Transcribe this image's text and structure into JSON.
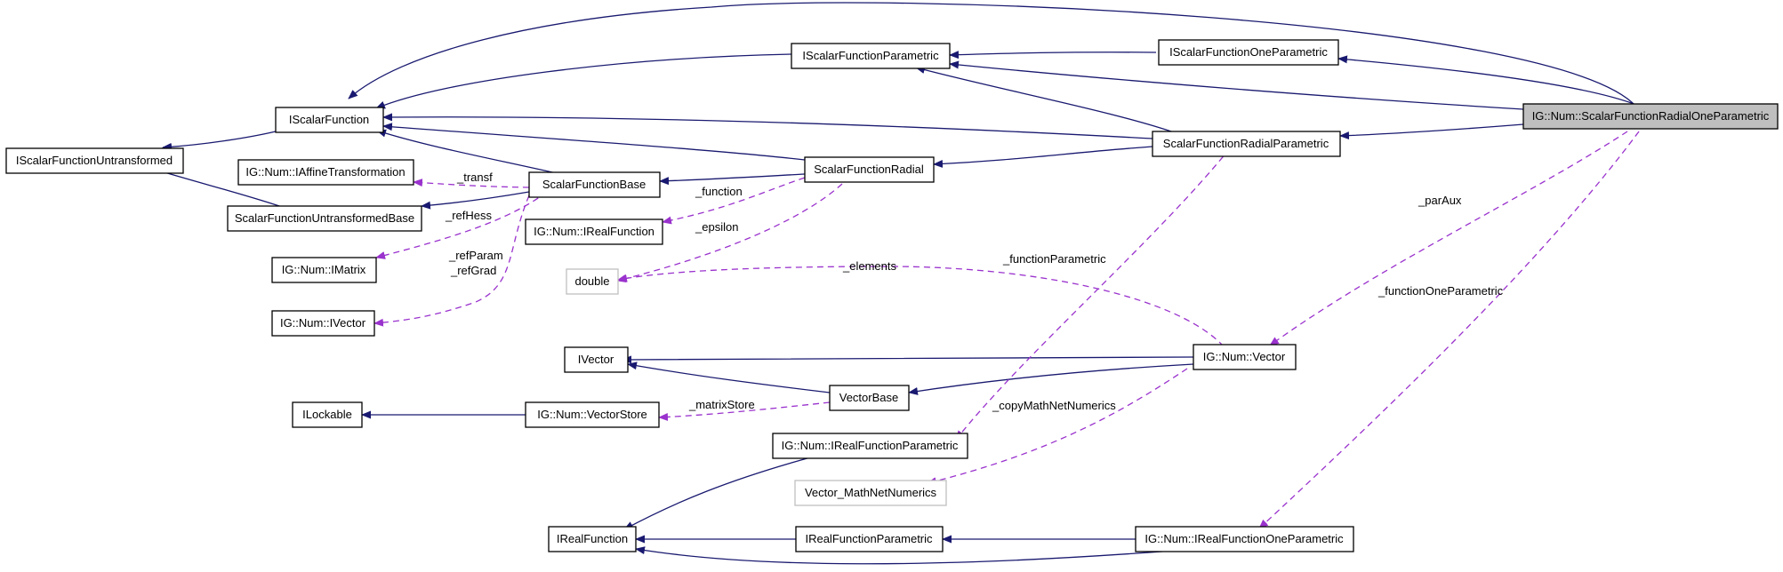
{
  "nodes": [
    {
      "id": "n_focus",
      "label": "IG::Num::ScalarFunctionRadialOneParametric",
      "style": "focus"
    },
    {
      "id": "n_isfp",
      "label": "IScalarFunctionParametric",
      "style": "normal"
    },
    {
      "id": "n_isfop",
      "label": "IScalarFunctionOneParametric",
      "style": "normal"
    },
    {
      "id": "n_isf",
      "label": "IScalarFunction",
      "style": "normal"
    },
    {
      "id": "n_isfu",
      "label": "IScalarFunctionUntransformed",
      "style": "normal"
    },
    {
      "id": "n_iaff",
      "label": "IG::Num::IAffineTransformation",
      "style": "normal"
    },
    {
      "id": "n_sfb",
      "label": "ScalarFunctionBase",
      "style": "normal"
    },
    {
      "id": "n_sfr",
      "label": "ScalarFunctionRadial",
      "style": "normal"
    },
    {
      "id": "n_sfrp",
      "label": "ScalarFunctionRadialParametric",
      "style": "normal"
    },
    {
      "id": "n_sfub",
      "label": "ScalarFunctionUntransformedBase",
      "style": "normal"
    },
    {
      "id": "n_irf1",
      "label": "IG::Num::IRealFunction",
      "style": "normal"
    },
    {
      "id": "n_imat",
      "label": "IG::Num::IMatrix",
      "style": "normal"
    },
    {
      "id": "n_double",
      "label": "double",
      "style": "gray"
    },
    {
      "id": "n_ivec1",
      "label": "IG::Num::IVector",
      "style": "normal"
    },
    {
      "id": "n_ivec2",
      "label": "IVector",
      "style": "normal"
    },
    {
      "id": "n_vec",
      "label": "IG::Num::Vector",
      "style": "normal"
    },
    {
      "id": "n_vb",
      "label": "VectorBase",
      "style": "normal"
    },
    {
      "id": "n_ilock",
      "label": "ILockable",
      "style": "normal"
    },
    {
      "id": "n_vs",
      "label": "IG::Num::VectorStore",
      "style": "normal"
    },
    {
      "id": "n_irfp1",
      "label": "IG::Num::IRealFunctionParametric",
      "style": "normal"
    },
    {
      "id": "n_vmnn",
      "label": "Vector_MathNetNumerics",
      "style": "gray"
    },
    {
      "id": "n_irf2",
      "label": "IRealFunction",
      "style": "normal"
    },
    {
      "id": "n_irfp2",
      "label": "IRealFunctionParametric",
      "style": "normal"
    },
    {
      "id": "n_irfop",
      "label": "IG::Num::IRealFunctionOneParametric",
      "style": "normal"
    }
  ],
  "edge_labels": {
    "transf": "_transf",
    "function": "_function",
    "epsilon": "_epsilon",
    "refHess": "_refHess",
    "refParam": "_refParam",
    "refGrad": "_refGrad",
    "elements": "_elements",
    "parAux": "_parAux",
    "functionParametric": "_functionParametric",
    "functionOneParametric": "_functionOneParametric",
    "matrixStore": "_matrixStore",
    "copyMathNetNumerics": "_copyMathNetNumerics"
  },
  "colors": {
    "inheritance": "#191970",
    "usage": "#9a32cd",
    "focus_fill": "#bfbfbf",
    "external_border": "#bfbfbf"
  }
}
